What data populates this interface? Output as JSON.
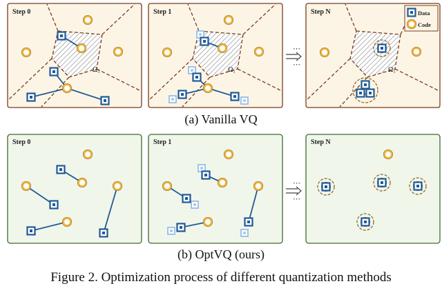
{
  "colors": {
    "top_panel_fill": "#fcf5e6",
    "top_panel_stroke": "#7a3b1e",
    "bottom_panel_fill": "#f1f6ea",
    "bottom_panel_stroke": "#3e6a2e",
    "data_square": "#1f5a96",
    "data_square_faded": "#9fc3e8",
    "code_circle_fill": "#f0b43c",
    "code_circle_stroke": "#6b4a10",
    "voronoi_line": "#7a3b1e",
    "hatch": "#888888"
  },
  "icons": {
    "data_point": "blue-square-icon",
    "codeword": "yellow-circle-icon",
    "step_arrow": "double-right-arrow-icon"
  },
  "top_row": {
    "panels": [
      {
        "step_label": "Step 0"
      },
      {
        "step_label": "Step 1",
        "region_label": "Ω₁"
      },
      {
        "step_label": "Step N",
        "region_label": "Ω₁"
      }
    ],
    "legend": {
      "data_label": "Data",
      "code_label": "Code"
    },
    "arrow_dots": "⋯",
    "caption": "(a) Vanilla VQ"
  },
  "bottom_row": {
    "panels": [
      {
        "step_label": "Step 0"
      },
      {
        "step_label": "Step 1"
      },
      {
        "step_label": "Step N"
      }
    ],
    "arrow_dots": "⋯",
    "caption": "(b) OptVQ (ours)"
  },
  "figure_caption": "Figure 2. Optimization process of different quantization methods"
}
